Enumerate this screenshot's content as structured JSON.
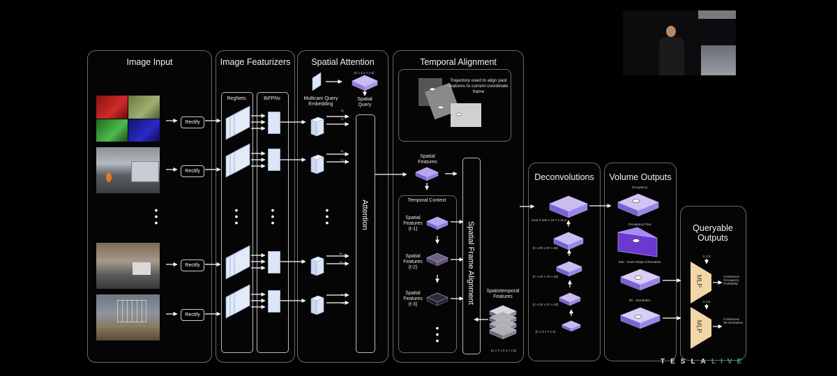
{
  "panels": {
    "image_input": "Image Input",
    "image_featurizers": "Image Featurizers",
    "spatial_attention": "Spatial Attention",
    "temporal_alignment": "Temporal Alignment",
    "deconvolutions": "Deconvolutions",
    "volume_outputs": "Volume Outputs",
    "queryable_outputs": "Queryable Outputs"
  },
  "labels": {
    "rectify": "Rectify",
    "regnets": "RegNets",
    "bifpns": "BiFPNs",
    "multicam_query": "Multicam Query Embedding",
    "spatial_query": "Spatial Query",
    "spatial_query_dims": "(C x X x Y x Z)",
    "attention": "Attention",
    "trajectory_note": "Trajectory used to align past features to current coordinate frame",
    "spatial_features": "Spatial Features",
    "temporal_context": "Temporal Context",
    "sf_t1": "Spatial Features (t-1)",
    "sf_t2": "Spatial Features (t-2)",
    "sf_t3": "Spatial Features (t-3)",
    "spatial_frame_alignment": "Spatial Frame Alignment",
    "spatiotemporal_features": "Spatiotemporal Features",
    "spatiotemporal_dims": "(C x T x X x Y x Z)",
    "k1": "K₁",
    "v1": "V₁",
    "k2": "K₂",
    "v2": "V₂",
    "kn1": "Kₙ₋₁",
    "vn1": "Vₙ₋₁",
    "kn": "Kₙ",
    "vn": "Vₙ",
    "deconv_dims": [
      "Cout X 16X x 16 Y x 16 Z",
      "(C x 8X x 8Y x 8Z)",
      "(C x 4X x 4Y x 4Z)",
      "(C x 2X x 2Y x 2Z)",
      "(C x X x Y x Z)"
    ],
    "occupancy": "Occupancy",
    "occupancy_flow": "Occupancy Flow",
    "subvoxel": "Sub - Voxel Shape Information",
    "semantics3d": "3D - Semantics",
    "xyz": "X,Y,Z",
    "mlp": "MLP",
    "cont_occ": "Continuous Occupancy Probability",
    "cont_sem": "Continuous 3D Semantics"
  },
  "branding": {
    "logo": "TESLA",
    "live": "LIVE"
  },
  "colors": {
    "panel_border": "#6b6b6b",
    "voxel_purple": "#9d86e0",
    "feature_blue": "#dce6f7",
    "mlp_orange": "#f3d6a8",
    "live_green": "#3fa06b"
  }
}
